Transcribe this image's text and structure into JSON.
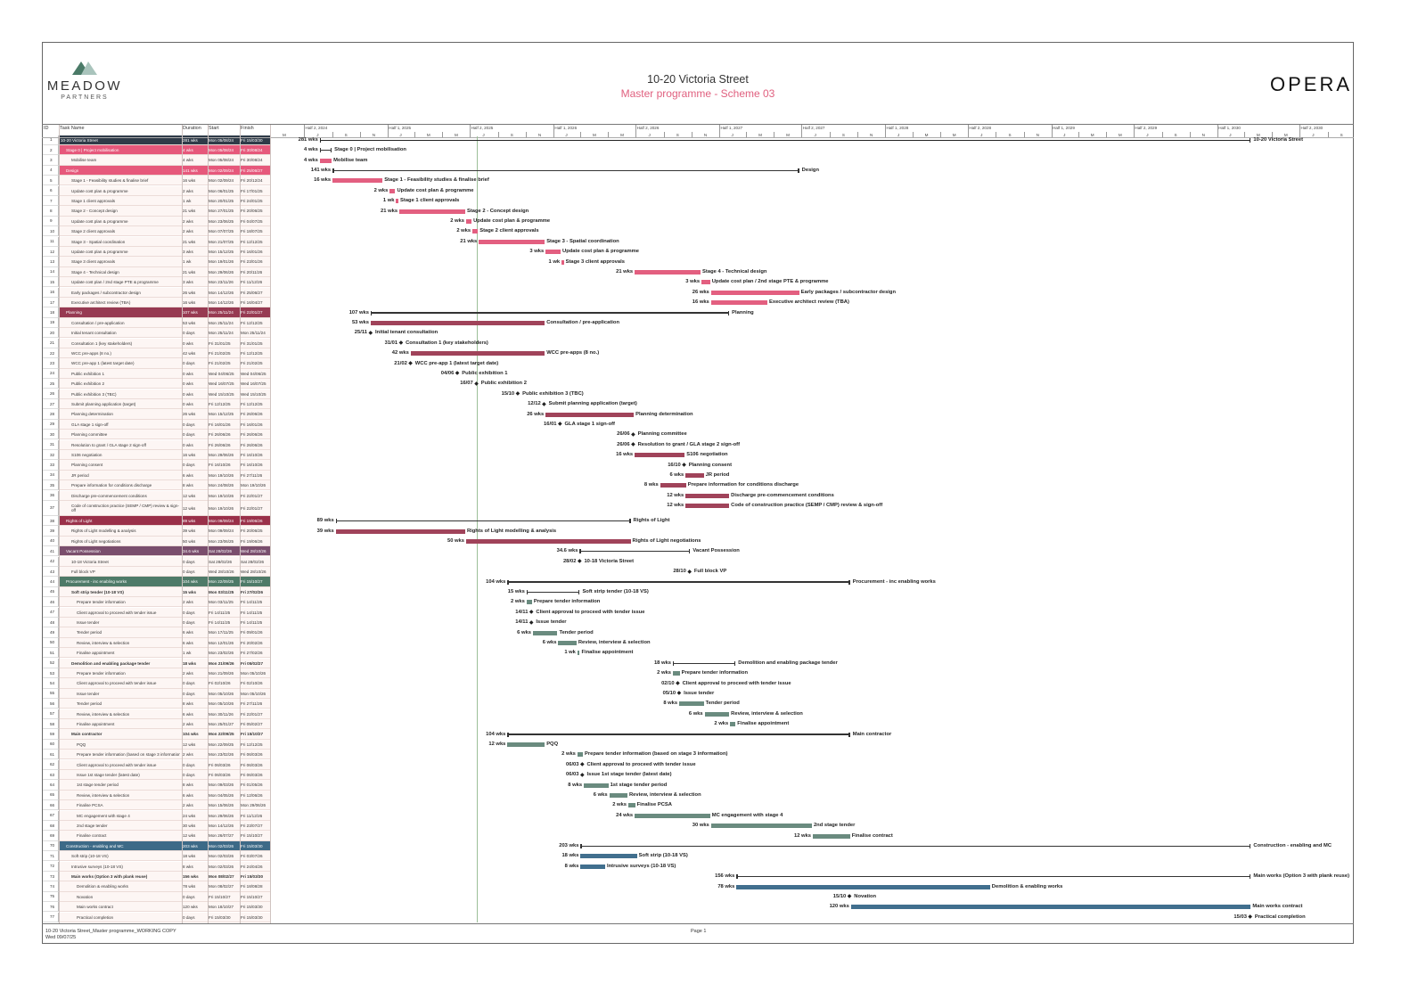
{
  "header": {
    "logo_word": "MEADOW",
    "logo_sub": "PARTNERS",
    "title": "10-20 Victoria Street",
    "subtitle": "Master programme - Scheme 03",
    "client_logo": "OPERA"
  },
  "table_headers": {
    "id": "ID",
    "name": "Task Name",
    "duration": "Duration",
    "start": "Start",
    "finish": "Finish"
  },
  "timeline": {
    "lead_month": "M",
    "halves": [
      {
        "label": "Half 2, 2024",
        "months": [
          "J",
          "S",
          "N"
        ]
      },
      {
        "label": "Half 1, 2025",
        "months": [
          "J",
          "M",
          "M"
        ]
      },
      {
        "label": "Half 2, 2025",
        "months": [
          "J",
          "S",
          "N"
        ]
      },
      {
        "label": "Half 1, 2026",
        "months": [
          "J",
          "M",
          "M"
        ]
      },
      {
        "label": "Half 2, 2026",
        "months": [
          "J",
          "S",
          "N"
        ]
      },
      {
        "label": "Half 1, 2027",
        "months": [
          "J",
          "M",
          "M"
        ]
      },
      {
        "label": "Half 2, 2027",
        "months": [
          "J",
          "S",
          "N"
        ]
      },
      {
        "label": "Half 1, 2028",
        "months": [
          "J",
          "M",
          "M"
        ]
      },
      {
        "label": "Half 2, 2028",
        "months": [
          "J",
          "S",
          "N"
        ]
      },
      {
        "label": "Half 1, 2029",
        "months": [
          "J",
          "M",
          "M"
        ]
      },
      {
        "label": "Half 2, 2029",
        "months": [
          "J",
          "S",
          "N"
        ]
      },
      {
        "label": "Half 1, 2030",
        "months": [
          "J",
          "M",
          "M"
        ]
      },
      {
        "label": "Half 2, 2030",
        "months": [
          "J",
          "S"
        ]
      }
    ],
    "today_date": "09/07/25"
  },
  "colors": {
    "top": {
      "head": "#2f3b48",
      "bar": "#2f3b48"
    },
    "des": {
      "head": "#e6587b",
      "bar": "#e35f80"
    },
    "pln": {
      "head": "#973a52",
      "bar": "#a0435a"
    },
    "rol": {
      "head": "#9a3049",
      "bar": "#a0435a"
    },
    "vp": {
      "head": "#7a4e6d",
      "bar": "#7a4e6d"
    },
    "pro": {
      "head": "#4e7a68",
      "bar": "#6a8b7f"
    },
    "con": {
      "head": "#3d6a87",
      "bar": "#416f8e"
    },
    "today": "#9cbf98"
  },
  "tasks": [
    [
      1,
      "10-20 Victoria Street",
      "281 wks",
      "Mon 05/08/24",
      "Fri 15/03/30",
      0,
      "T",
      "top"
    ],
    [
      2,
      "Stage 0 | Project mobilisation",
      "4 wks",
      "Mon 05/08/24",
      "Fri 30/08/24",
      1,
      "G",
      "des"
    ],
    [
      3,
      "Mobilise team",
      "4 wks",
      "Mon 05/08/24",
      "Fri 30/08/24",
      2,
      "t",
      "des"
    ],
    [
      4,
      "Design",
      "141 wks",
      "Mon 02/09/24",
      "Fri 25/06/27",
      1,
      "G",
      "des"
    ],
    [
      5,
      "Stage 1 - Feasibility studies & finalise brief",
      "16 wks",
      "Mon 02/09/24",
      "Fri 20/12/24",
      2,
      "t",
      "des"
    ],
    [
      6,
      "Update cost plan & programme",
      "2 wks",
      "Mon 06/01/25",
      "Fri 17/01/25",
      2,
      "t",
      "des"
    ],
    [
      7,
      "Stage 1 client approvals",
      "1 wk",
      "Mon 20/01/25",
      "Fri 24/01/25",
      2,
      "t",
      "des"
    ],
    [
      8,
      "Stage 2 - Concept design",
      "21 wks",
      "Mon 27/01/25",
      "Fri 20/06/25",
      2,
      "t",
      "des"
    ],
    [
      9,
      "Update cost plan & programme",
      "2 wks",
      "Mon 23/06/25",
      "Fri 04/07/25",
      2,
      "t",
      "des"
    ],
    [
      10,
      "Stage 2 client approvals",
      "2 wks",
      "Mon 07/07/25",
      "Fri 18/07/25",
      2,
      "t",
      "des"
    ],
    [
      11,
      "Stage 3 - Spatial coordination",
      "21 wks",
      "Mon 21/07/25",
      "Fri 12/12/25",
      2,
      "t",
      "des"
    ],
    [
      12,
      "Update cost plan & programme",
      "3 wks",
      "Mon 15/12/25",
      "Fri 16/01/26",
      2,
      "t",
      "des"
    ],
    [
      13,
      "Stage 3 client approvals",
      "1 wk",
      "Mon 19/01/26",
      "Fri 23/01/26",
      2,
      "t",
      "des"
    ],
    [
      14,
      "Stage 4 - Technical design",
      "21 wks",
      "Mon 29/06/26",
      "Fri 20/11/26",
      2,
      "t",
      "des"
    ],
    [
      15,
      "Update cost plan / 2nd stage PTE & programme",
      "3 wks",
      "Mon 23/11/26",
      "Fri 11/12/26",
      2,
      "t",
      "des"
    ],
    [
      16,
      "Early packages / subcontractor design",
      "26 wks",
      "Mon 14/12/26",
      "Fri 25/06/27",
      2,
      "t",
      "des"
    ],
    [
      17,
      "Executive architect review (TBA)",
      "16 wks",
      "Mon 14/12/26",
      "Fri 16/04/27",
      2,
      "t",
      "des"
    ],
    [
      18,
      "Planning",
      "107 wks",
      "Mon 25/11/24",
      "Fri 22/01/27",
      1,
      "G",
      "pln"
    ],
    [
      19,
      "Consultation / pre-application",
      "53 wks",
      "Mon 25/11/24",
      "Fri 12/12/25",
      2,
      "t",
      "pln"
    ],
    [
      20,
      "Initial tenant consultation",
      "0 days",
      "Mon 25/11/24",
      "Mon 25/11/24",
      2,
      "m",
      "pln"
    ],
    [
      21,
      "Consultation 1 (key stakeholders)",
      "0 wks",
      "Fri 31/01/25",
      "Fri 31/01/25",
      2,
      "m",
      "pln"
    ],
    [
      22,
      "WCC pre-apps (8 no.)",
      "42 wks",
      "Fri 21/02/25",
      "Fri 12/12/25",
      2,
      "t",
      "pln"
    ],
    [
      23,
      "WCC pre-app 1 (latest target date)",
      "0 days",
      "Fri 21/02/25",
      "Fri 21/02/25",
      2,
      "m",
      "pln"
    ],
    [
      24,
      "Public exhibition 1",
      "0 wks",
      "Wed 04/06/25",
      "Wed 04/06/25",
      2,
      "m",
      "pln"
    ],
    [
      25,
      "Public exhibition 2",
      "0 wks",
      "Wed 16/07/25",
      "Wed 16/07/25",
      2,
      "m",
      "pln"
    ],
    [
      26,
      "Public exhibition 3 (TBC)",
      "0 wks",
      "Wed 15/10/25",
      "Wed 15/10/25",
      2,
      "m",
      "pln"
    ],
    [
      27,
      "Submit planning application (target)",
      "0 wks",
      "Fri 12/12/25",
      "Fri 12/12/25",
      2,
      "m",
      "pln"
    ],
    [
      28,
      "Planning determination",
      "26 wks",
      "Mon 15/12/25",
      "Fri 26/06/26",
      2,
      "t",
      "pln"
    ],
    [
      29,
      "GLA stage 1 sign-off",
      "0 days",
      "Fri 16/01/26",
      "Fri 16/01/26",
      2,
      "m",
      "pln"
    ],
    [
      30,
      "Planning  committee",
      "0 days",
      "Fri 26/06/26",
      "Fri 26/06/26",
      2,
      "m",
      "pln"
    ],
    [
      31,
      "Resolution to grant / GLA stage 2 sign-off",
      "0 wks",
      "Fri 26/06/26",
      "Fri 26/06/26",
      2,
      "m",
      "pln"
    ],
    [
      32,
      "S106 negotiation",
      "16 wks",
      "Mon 29/06/26",
      "Fri 16/10/26",
      2,
      "t",
      "pln"
    ],
    [
      33,
      "Planning consent",
      "0 days",
      "Fri 16/10/26",
      "Fri 16/10/26",
      2,
      "m",
      "pln"
    ],
    [
      34,
      "JR period",
      "6 wks",
      "Mon 19/10/26",
      "Fri 27/11/26",
      2,
      "t",
      "pln"
    ],
    [
      35,
      "Prepare information for conditions discharge",
      "8 wks",
      "Mon 24/08/26",
      "Mon 19/10/26",
      2,
      "t",
      "pln"
    ],
    [
      36,
      "Discharge pre-commencement conditions",
      "12 wks",
      "Mon 19/10/26",
      "Fri 22/01/27",
      2,
      "t",
      "pln"
    ],
    [
      37,
      "Code of construction practice (SEMP / CMP) review & sign-off",
      "12 wks",
      "Mon 19/10/26",
      "Fri 22/01/27",
      2,
      "t",
      "pln"
    ],
    [
      38,
      "Rights of Light",
      "89 wks",
      "Mon 09/09/24",
      "Fri 19/06/26",
      1,
      "G",
      "rol"
    ],
    [
      39,
      "Rights of Light modelling & analysis",
      "39 wks",
      "Mon 09/09/24",
      "Fri 20/06/25",
      2,
      "t",
      "rol"
    ],
    [
      40,
      "Rights of Light negotiations",
      "50 wks",
      "Mon 23/06/25",
      "Fri 19/06/26",
      2,
      "t",
      "rol"
    ],
    [
      41,
      "Vacant Possession",
      "34.6 wks",
      "Sat 28/02/26",
      "Wed 28/10/26",
      1,
      "G",
      "vp"
    ],
    [
      42,
      "10-18 Victoria Street",
      "0 days",
      "Sat 28/02/26",
      "Sat 28/02/26",
      2,
      "m",
      "vp"
    ],
    [
      43,
      "Full block VP",
      "0 days",
      "Wed 28/10/26",
      "Wed 28/10/26",
      2,
      "m",
      "vp"
    ],
    [
      44,
      "Procurement - inc enabling works",
      "104 wks",
      "Mon 22/09/25",
      "Fri 15/10/27",
      1,
      "G",
      "pro"
    ],
    [
      45,
      "Soft strip tender (10-18 VS)",
      "15 wks",
      "Mon 03/11/25",
      "Fri 27/02/26",
      2,
      "S",
      "pro"
    ],
    [
      46,
      "Prepare tender information",
      "2 wks",
      "Mon 03/11/25",
      "Fri 14/11/25",
      3,
      "t",
      "pro"
    ],
    [
      47,
      "Client approval to proceed with tender issue",
      "0 days",
      "Fri 14/11/25",
      "Fri 14/11/25",
      3,
      "m",
      "pro"
    ],
    [
      48,
      "Issue tender",
      "0 days",
      "Fri 14/11/25",
      "Fri 14/11/25",
      3,
      "m",
      "pro"
    ],
    [
      49,
      "Tender period",
      "6 wks",
      "Mon 17/11/25",
      "Fri 09/01/26",
      3,
      "t",
      "pro"
    ],
    [
      50,
      "Review, interview & selection",
      "6 wks",
      "Mon 12/01/26",
      "Fri 20/02/26",
      3,
      "t",
      "pro"
    ],
    [
      51,
      "Finalise appointment",
      "1 wk",
      "Mon 23/02/26",
      "Fri 27/02/26",
      3,
      "t",
      "pro"
    ],
    [
      52,
      "Demolition and enabling package tender",
      "18 wks",
      "Mon 21/09/26",
      "Fri 05/02/27",
      2,
      "S",
      "pro"
    ],
    [
      53,
      "Prepare tender information",
      "2 wks",
      "Mon 21/09/26",
      "Mon 05/10/26",
      3,
      "t",
      "pro"
    ],
    [
      54,
      "Client approval to proceed with tender issue",
      "0 days",
      "Fri 02/10/26",
      "Fri 02/10/26",
      3,
      "m",
      "pro"
    ],
    [
      55,
      "Issue tender",
      "0 days",
      "Mon 05/10/26",
      "Mon 05/10/26",
      3,
      "m",
      "pro"
    ],
    [
      56,
      "Tender period",
      "8 wks",
      "Mon 05/10/26",
      "Fri 27/11/26",
      3,
      "t",
      "pro"
    ],
    [
      57,
      "Review, interview & selection",
      "6 wks",
      "Mon 30/11/26",
      "Fri 22/01/27",
      3,
      "t",
      "pro"
    ],
    [
      58,
      "Finalise appointment",
      "2 wks",
      "Mon 25/01/27",
      "Fri 05/02/27",
      3,
      "t",
      "pro"
    ],
    [
      59,
      "Main contractor",
      "104 wks",
      "Mon 22/09/25",
      "Fri 15/10/27",
      2,
      "S",
      "pro"
    ],
    [
      60,
      "PQQ",
      "12 wks",
      "Mon 22/09/25",
      "Fri 12/12/25",
      3,
      "t",
      "pro"
    ],
    [
      61,
      "Prepare tender information (based on stage 3 information)",
      "2 wks",
      "Mon 23/02/26",
      "Fri 06/03/26",
      3,
      "t",
      "pro"
    ],
    [
      62,
      "Client approval to proceed with tender issue",
      "0 days",
      "Fri 06/03/26",
      "Fri 06/03/26",
      3,
      "m",
      "pro"
    ],
    [
      63,
      "Issue 1st stage tender (latest date)",
      "0 days",
      "Fri 06/03/26",
      "Fri 06/03/26",
      3,
      "m",
      "pro"
    ],
    [
      64,
      "1st stage tender period",
      "8 wks",
      "Mon 09/03/26",
      "Fri 01/05/26",
      3,
      "t",
      "pro"
    ],
    [
      65,
      "Review, interview & selection",
      "6 wks",
      "Mon 04/05/26",
      "Fri 12/06/26",
      3,
      "t",
      "pro"
    ],
    [
      66,
      "Finalise PCSA",
      "2 wks",
      "Mon 15/06/26",
      "Mon 29/06/26",
      3,
      "t",
      "pro"
    ],
    [
      67,
      "MC engagement with stage 4",
      "24 wks",
      "Mon 29/06/26",
      "Fri 11/12/26",
      3,
      "t",
      "pro"
    ],
    [
      68,
      "2nd stage tender",
      "30 wks",
      "Mon 14/12/26",
      "Fri 23/07/27",
      3,
      "t",
      "pro"
    ],
    [
      69,
      "Finalise contract",
      "12 wks",
      "Mon 26/07/27",
      "Fri 15/10/27",
      3,
      "t",
      "pro"
    ],
    [
      70,
      "Construction - enabling and MC",
      "203 wks",
      "Mon 02/03/26",
      "Fri 15/03/30",
      1,
      "G",
      "con"
    ],
    [
      71,
      "Soft strip (10-18 VS)",
      "18 wks",
      "Mon 02/03/26",
      "Fri 03/07/26",
      2,
      "t",
      "con"
    ],
    [
      72,
      "Intrusive surveys (10-18 VS)",
      "8 wks",
      "Mon 02/03/26",
      "Fri 24/04/26",
      2,
      "t",
      "con"
    ],
    [
      73,
      "Main works (Option 3 with plank reuse)",
      "156 wks",
      "Mon 08/02/27",
      "Fri 15/03/30",
      2,
      "S",
      "con"
    ],
    [
      74,
      "Demolition & enabling works",
      "78 wks",
      "Mon 08/02/27",
      "Fri 18/08/28",
      3,
      "t",
      "con"
    ],
    [
      75,
      "Novation",
      "0 days",
      "Fri 15/10/27",
      "Fri 15/10/27",
      3,
      "m",
      "con"
    ],
    [
      76,
      "Main works contract",
      "120 wks",
      "Mon 18/10/27",
      "Fri 15/03/30",
      3,
      "t",
      "con"
    ],
    [
      77,
      "Practical completion",
      "0 days",
      "Fri 15/03/30",
      "Fri 15/03/30",
      3,
      "m",
      "con"
    ]
  ],
  "footer": {
    "file": "10-20 Victoria Street_Master programme_WORKING COPY",
    "date": "Wed 09/07/25",
    "page": "Page 1"
  }
}
